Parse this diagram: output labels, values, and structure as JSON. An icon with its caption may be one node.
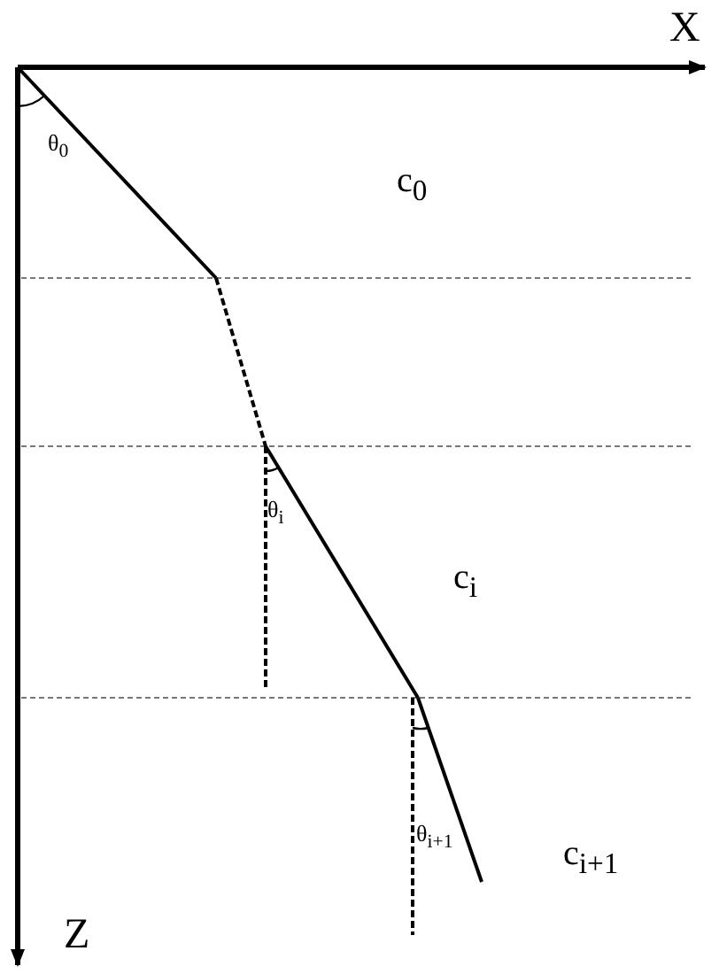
{
  "diagram": {
    "labels": [
      "X",
      "θ$_{0}$",
      "c$_{0}$",
      "θ$_{i}$",
      "c$_{i}$",
      "θ$_{i+1}$",
      "c$_{i+1}$",
      "Z"
    ]
  }
}
